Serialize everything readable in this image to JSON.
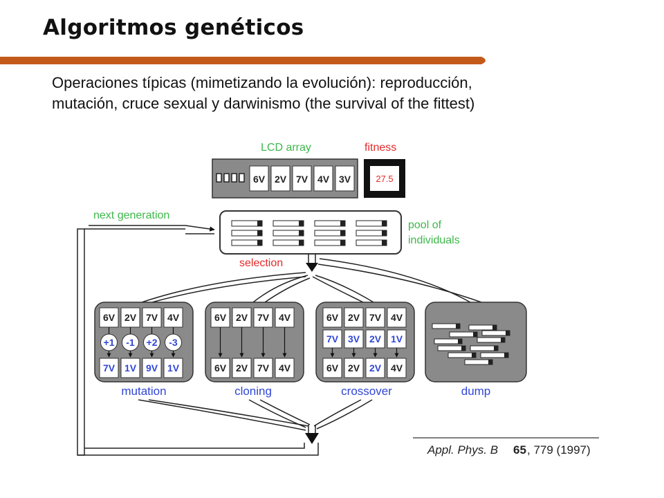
{
  "slide": {
    "title": "Algoritmos genéticos",
    "subtitle_line1": "Operaciones típicas (mimetizando la evolución): reproducción,",
    "subtitle_line2": "mutación, cruce sexual y darwinismo (the survival of the fittest)"
  },
  "diagram": {
    "lcd_label": "LCD array",
    "fitness_label": "fitness",
    "lcd_cells": [
      "6V",
      "2V",
      "7V",
      "4V",
      "3V"
    ],
    "fitness_value": "27.5",
    "next_generation": "next generation",
    "pool_line1": "pool of",
    "pool_line2": "individuals",
    "selection": "selection",
    "mutation": {
      "label": "mutation",
      "top": [
        "6V",
        "2V",
        "7V",
        "4V"
      ],
      "ops": [
        "+1",
        "-1",
        "+2",
        "-3"
      ],
      "bottom": [
        "7V",
        "1V",
        "9V",
        "1V"
      ]
    },
    "cloning": {
      "label": "cloning",
      "top": [
        "6V",
        "2V",
        "7V",
        "4V"
      ],
      "bottom": [
        "6V",
        "2V",
        "7V",
        "4V"
      ]
    },
    "crossover": {
      "label": "crossover",
      "top": [
        "6V",
        "2V",
        "7V",
        "4V"
      ],
      "middle": [
        "7V",
        "3V",
        "2V",
        "1V"
      ],
      "bottom": [
        "6V",
        "2V",
        "2V",
        "4V"
      ]
    },
    "dump": {
      "label": "dump"
    },
    "citation_journal": "Appl. Phys. B",
    "citation_volume": "65",
    "citation_rest": ", 779 (1997)"
  },
  "colors": {
    "accent_bar": "#c45a1a",
    "label_green": "#3cb84a",
    "label_red": "#e32a2a",
    "label_blue": "#2f46d6",
    "panel_gray": "#8a8a8a"
  }
}
